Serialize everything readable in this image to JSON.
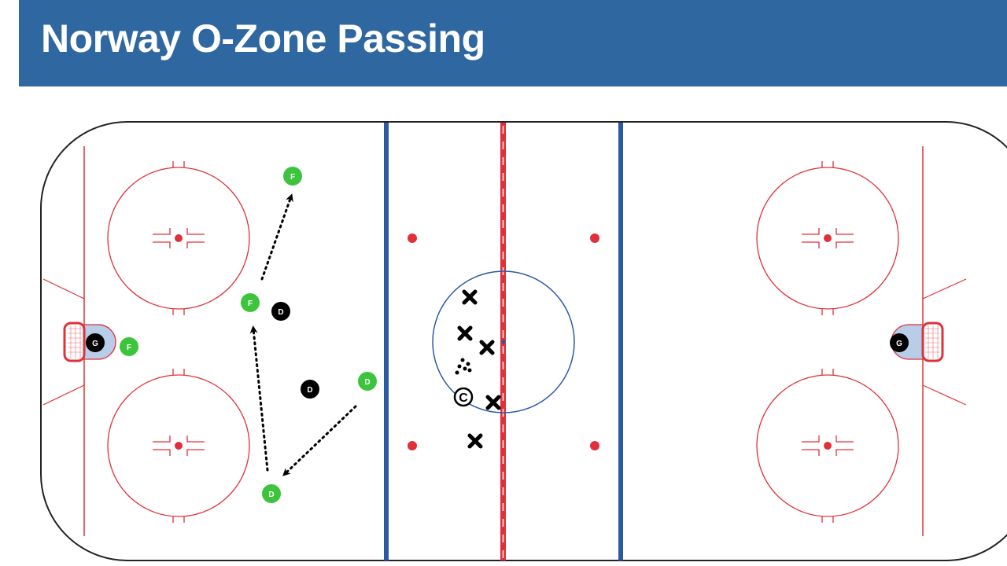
{
  "header": {
    "title": "Norway O-Zone Passing"
  },
  "colors": {
    "banner": "#2f67a0",
    "red_line": "#e0303a",
    "blue_line": "#2a5aa3",
    "forward": "#3cc43c",
    "defense_green": "#3cc43c",
    "opponent": "#000000",
    "crease": "#b8cde8"
  },
  "players": {
    "f_top": "F",
    "f_mid": "F",
    "f_goal": "F",
    "d_green_right": "D",
    "d_green_bottom": "D",
    "d_black_top": "D",
    "d_black_mid": "D",
    "goalie_left": "G",
    "goalie_right": "G",
    "coach": "C"
  }
}
